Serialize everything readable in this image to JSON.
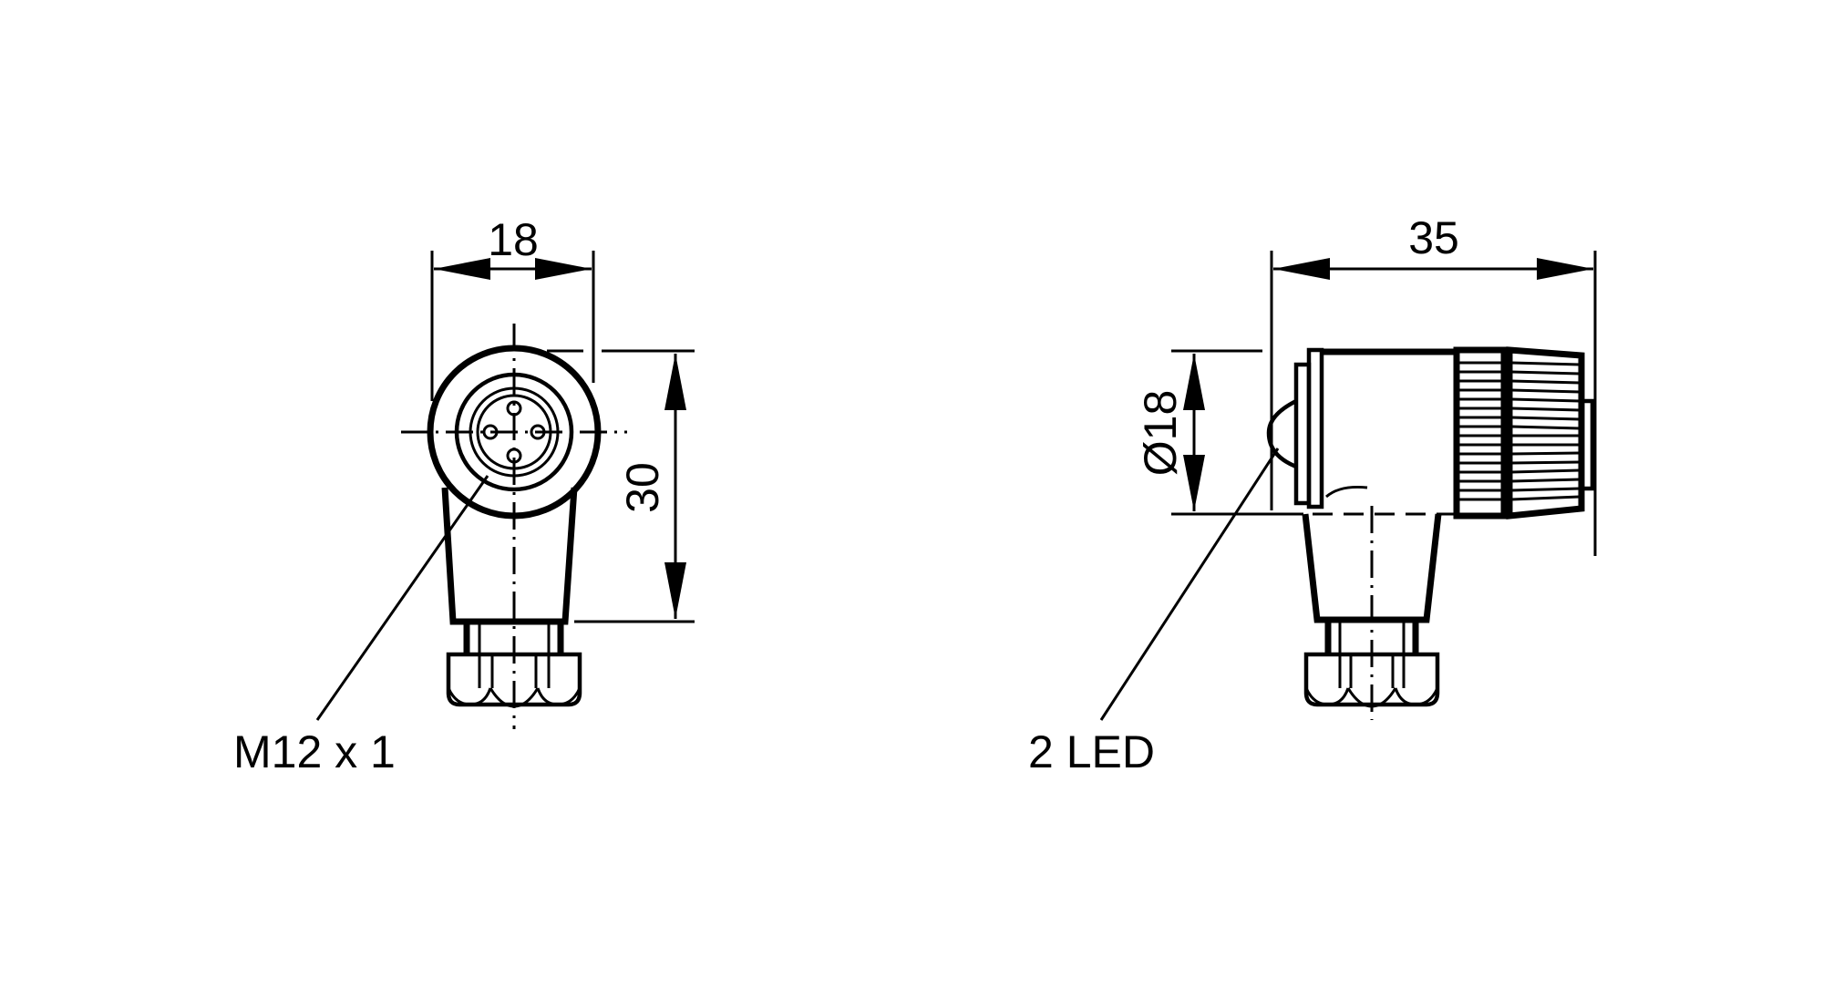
{
  "drawing": {
    "type": "technical dimension drawing",
    "subject": "M12 angled connector with 2 LEDs",
    "units": "mm",
    "front_view": {
      "width_dimension": "18",
      "height_dimension": "30",
      "thread_label": "M12 x 1"
    },
    "side_view": {
      "length_dimension": "35",
      "diameter_dimension": "Ø18",
      "led_label": "2 LED"
    },
    "colors": {
      "line": "#000000",
      "background": "#ffffff"
    }
  }
}
